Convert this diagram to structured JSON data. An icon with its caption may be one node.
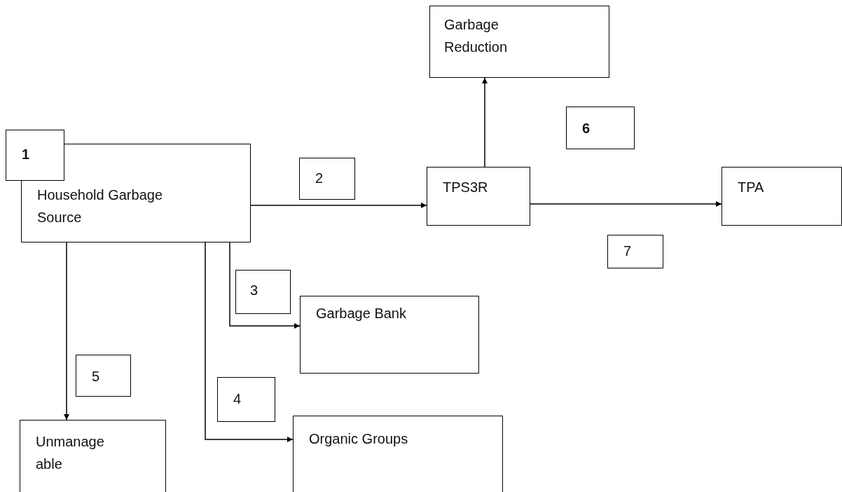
{
  "diagram": {
    "nodes": [
      {
        "text": [
          "1"
        ]
      },
      {
        "text": [
          "Household Garbage Source"
        ]
      },
      {
        "text": [
          "2"
        ]
      },
      {
        "text": [
          "Garbage Reduction"
        ]
      },
      {
        "text": [
          "6"
        ]
      },
      {
        "text": [
          "TPS3R"
        ]
      },
      {
        "text": [
          "TPA"
        ]
      },
      {
        "text": [
          "7"
        ]
      },
      {
        "text": [
          "3"
        ]
      },
      {
        "text": [
          "Garbage Bank"
        ]
      },
      {
        "text": [
          "5"
        ]
      },
      {
        "text": [
          "4"
        ]
      },
      {
        "text": [
          "Unmanageable"
        ]
      },
      {
        "text": [
          "Organic Groups"
        ]
      }
    ],
    "edges": [
      {
        "from": 1,
        "to": 5,
        "arrow": "to"
      },
      {
        "from": 5,
        "to": 3,
        "arrow": "to"
      },
      {
        "from": 5,
        "to": 6,
        "arrow": "to"
      },
      {
        "from": 1,
        "to": 9,
        "arrow": "to"
      },
      {
        "from": 1,
        "to": 13,
        "arrow": "to"
      },
      {
        "from": 1,
        "to": 12,
        "arrow": "to"
      }
    ]
  }
}
